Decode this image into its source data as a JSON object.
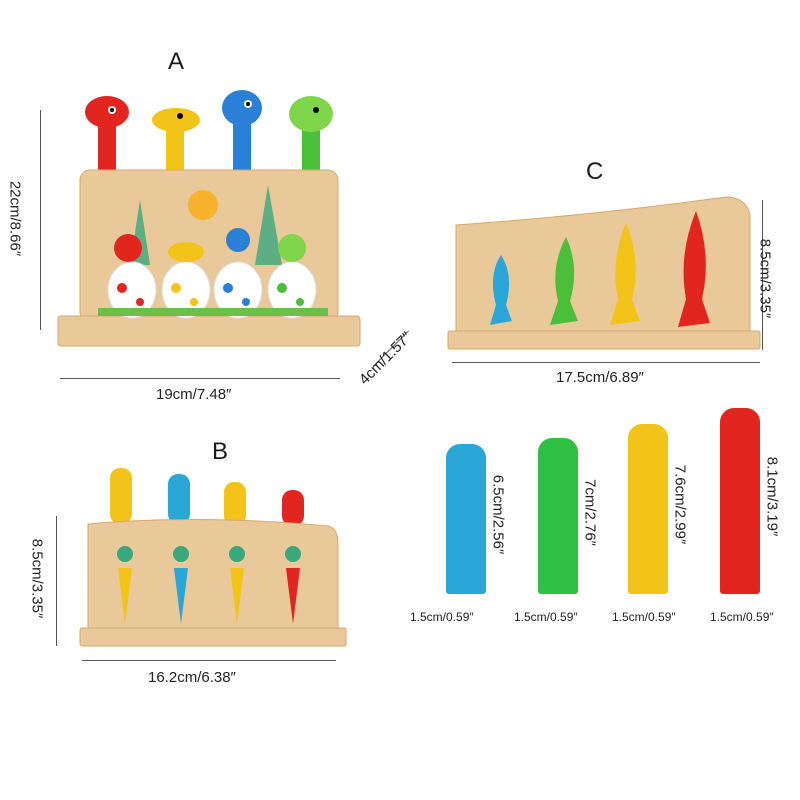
{
  "panels": {
    "a": {
      "label": "A",
      "height": "22cm/8.66″",
      "width": "19cm/7.48″",
      "depth": "4cm/1.57″"
    },
    "b": {
      "label": "B",
      "height": "8.5cm/3.35″",
      "width": "16.2cm/6.38″"
    },
    "c": {
      "label": "C",
      "height": "8.5cm/3.35″",
      "width": "17.5cm/6.89″"
    }
  },
  "pegs": [
    {
      "color": "#2aa7d6",
      "length": "6.5cm/2.56″",
      "diameter": "1.5cm/0.59″"
    },
    {
      "color": "#2fbf43",
      "length": "7cm/2.76″",
      "diameter": "1.5cm/0.59″"
    },
    {
      "color": "#f2c41a",
      "length": "7.6cm/2.99″",
      "diameter": "1.5cm/0.59″"
    },
    {
      "color": "#e0261f",
      "length": "8.1cm/3.19″",
      "diameter": "1.5cm/0.59″"
    }
  ],
  "colors": {
    "wood": "#e9c89a",
    "wood_dark": "#d7a96d",
    "red": "#e0261f",
    "yellow": "#f2c41a",
    "blue": "#2a7fd6",
    "green": "#4cbf3a"
  }
}
